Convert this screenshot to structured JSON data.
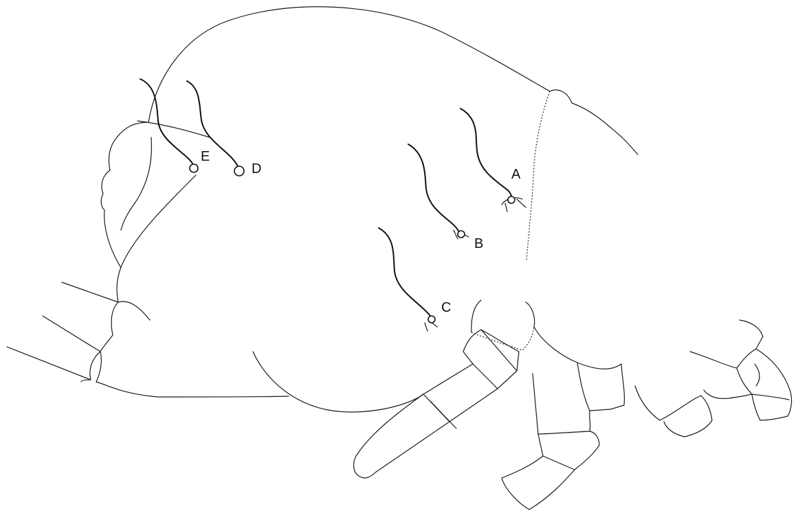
{
  "setae": [
    {
      "label": "A"
    },
    {
      "label": "B"
    },
    {
      "label": "C"
    },
    {
      "label": "D"
    },
    {
      "label": "E"
    }
  ],
  "colors": {
    "line": "#1a1a1a",
    "background": "#ffffff"
  }
}
